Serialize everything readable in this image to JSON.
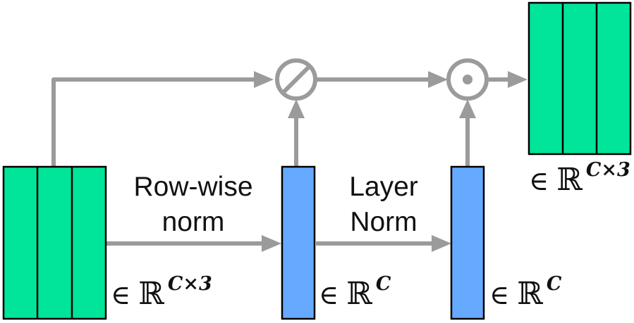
{
  "diagram": {
    "colors": {
      "green": "#00E59A",
      "blue": "#66AAFF",
      "arrow": "#9B9B9B",
      "stroke": "#000000"
    },
    "labels": {
      "rowwise_line1": "Row-wise",
      "rowwise_line2": "norm",
      "layernorm_line1": "Layer",
      "layernorm_line2": "Norm"
    },
    "operators": {
      "divide": "⊘",
      "multiply": "⊙"
    },
    "annotations": {
      "input": {
        "symbol": "∈",
        "set": "ℝ",
        "superscript": "C×3"
      },
      "rownorm_vector": {
        "symbol": "∈",
        "set": "ℝ",
        "superscript": "C"
      },
      "layernorm_vector": {
        "symbol": "∈",
        "set": "ℝ",
        "superscript": "C"
      },
      "output": {
        "symbol": "∈",
        "set": "ℝ",
        "superscript": "C×3"
      }
    }
  }
}
